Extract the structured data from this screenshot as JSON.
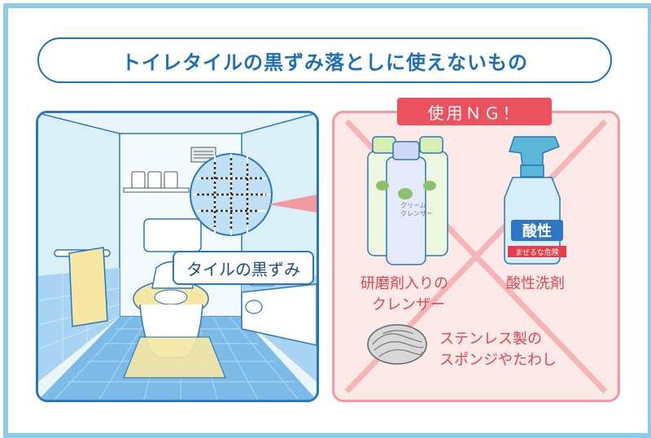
{
  "title": "トイレタイルの黒ずみ落としに使えないもの",
  "left": {
    "callout": "タイルの黒ずみ"
  },
  "right": {
    "badge": "使用ＮＧ！",
    "items": [
      {
        "label_line1": "研磨剤入りの",
        "label_line2": "クレンザー"
      },
      {
        "label": "酸性洗剤"
      },
      {
        "label_line1": "ステンレス製の",
        "label_line2": "スポンジやたわし"
      }
    ],
    "acid_badge": "酸性",
    "danger_badge": "まぜるな危険",
    "bottle_text": "クリーム\nクレンザー"
  },
  "colors": {
    "accent_blue": "#1f6fb6",
    "ng_red": "#ea5260",
    "ng_panel": "#fde9e8",
    "frame": "#8ccbe9"
  }
}
